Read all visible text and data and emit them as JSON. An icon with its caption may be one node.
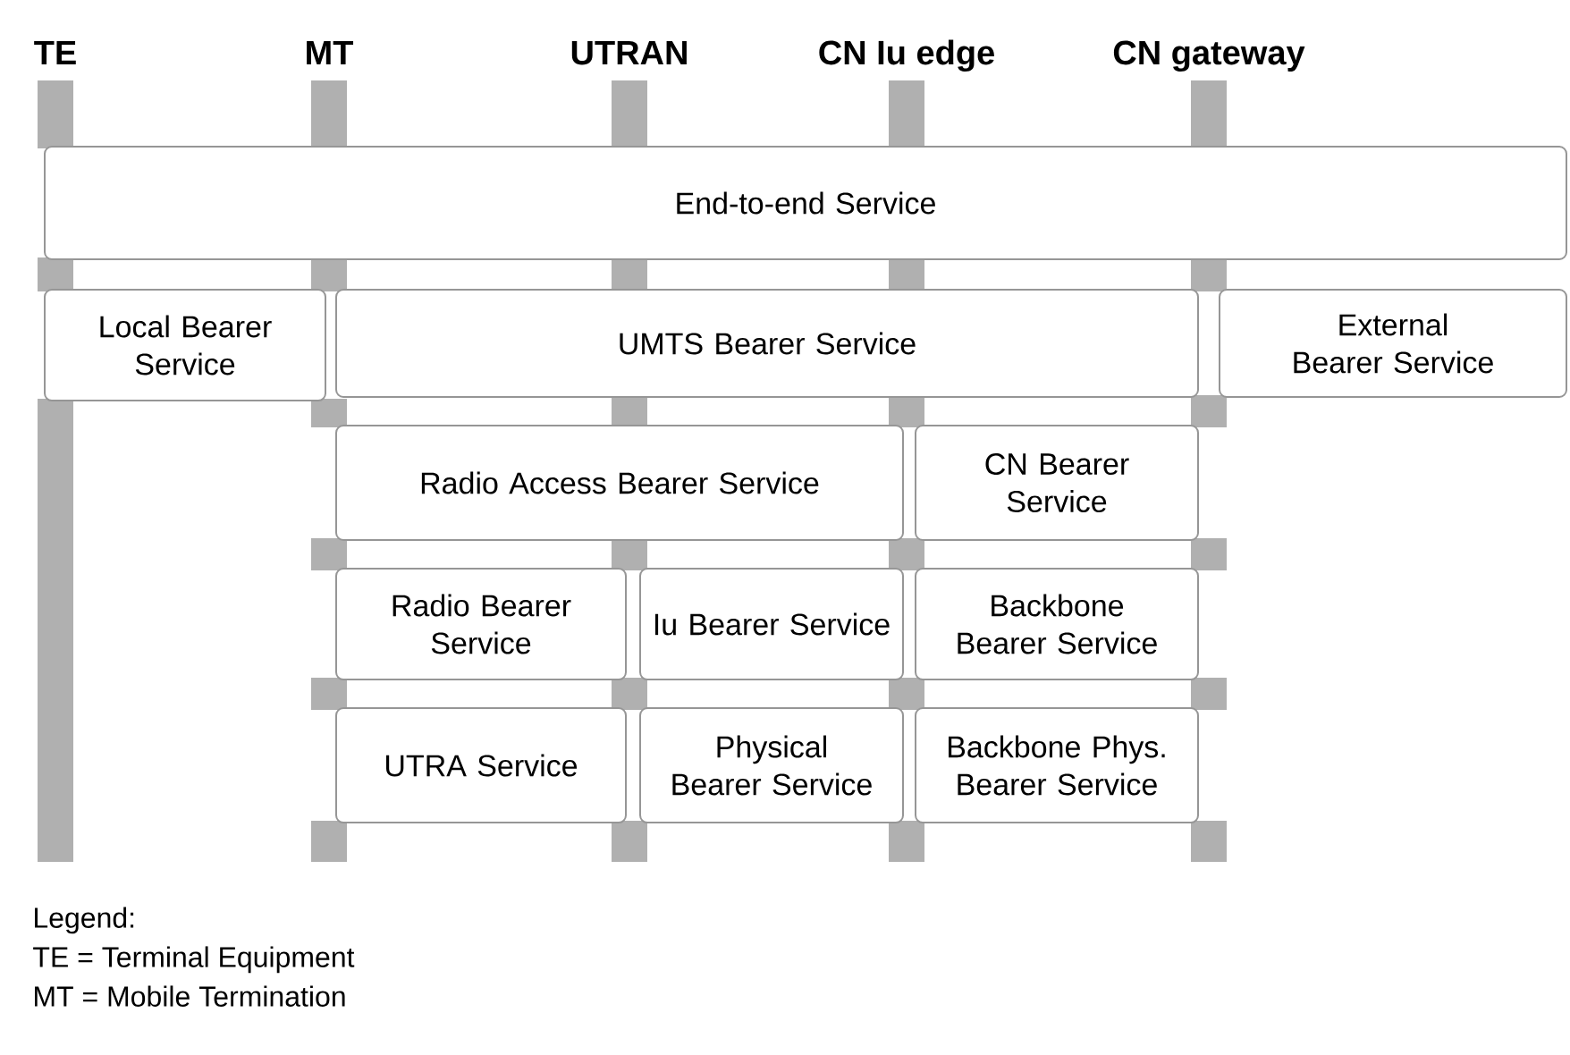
{
  "diagram": {
    "nodes": [
      {
        "text": [
          "End-to-end Service"
        ]
      },
      {
        "text": [
          "Local Bearer Service"
        ]
      },
      {
        "text": [
          "UMTS Bearer Service"
        ]
      },
      {
        "text": [
          "External Bearer Service"
        ]
      },
      {
        "text": [
          "Radio Access Bearer Service"
        ]
      },
      {
        "text": [
          "CN Bearer Service"
        ]
      },
      {
        "text": [
          "Radio Bearer Service"
        ]
      },
      {
        "text": [
          "Iu Bearer Service"
        ]
      },
      {
        "text": [
          "Backbone Bearer Service"
        ]
      },
      {
        "text": [
          "UTRA Service"
        ]
      },
      {
        "text": [
          "Physical Bearer Service"
        ]
      },
      {
        "text": [
          "Backbone Phys. Bearer Service"
        ]
      }
    ],
    "labels": [
      "TE",
      "MT",
      "UTRAN",
      "CN Iu edge",
      "CN gateway",
      "Legend:",
      "TE = Terminal Equipment",
      "MT = Mobile Termination"
    ]
  }
}
